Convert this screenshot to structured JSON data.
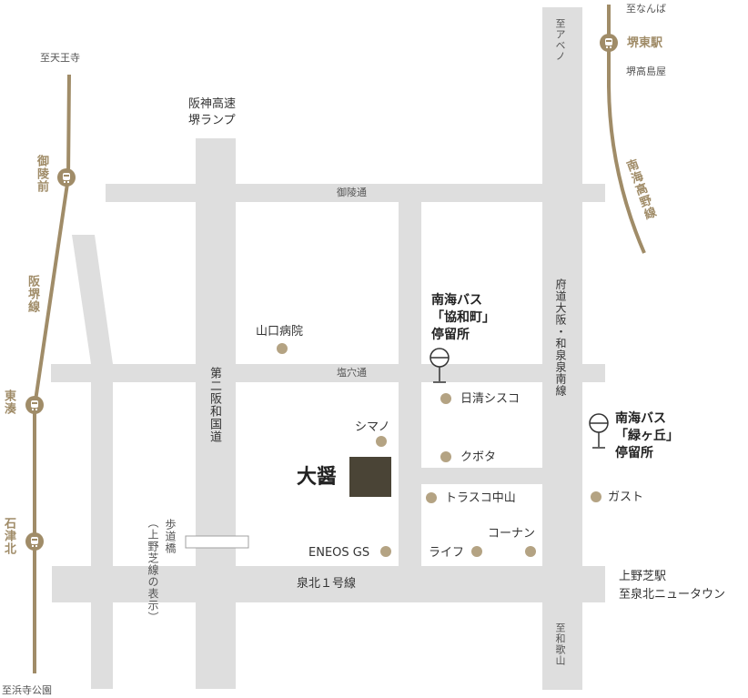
{
  "directions": {
    "tennoji": "至天王寺",
    "abeno": "至アベノ",
    "nanba": "至なんば",
    "wakayama": "至和歌山",
    "hamadera": "至浜寺公園"
  },
  "stations": {
    "sakaihigashi": "堺東駅",
    "sakaitakashimaya": "堺高島屋",
    "misasagimae": "御陵前",
    "higashiminato": "東湊",
    "ishizukita": "石津北",
    "kamino_shiba": "上野芝駅",
    "semboku_direction": "至泉北ニュータウン"
  },
  "lines": {
    "koya": "南海高野線",
    "hankai": "阪堺線"
  },
  "roads": {
    "hanshin_ramp": "阪神高速\n堺ランプ",
    "misasagi_dori": "御陵通",
    "shioana_dori": "塩穴通",
    "daini_hanwa": "第二阪和国道",
    "fudo_osaka_izumi": "府道大阪・和泉泉南線",
    "senboku_1": "泉北１号線",
    "footbridge": "歩道橋",
    "footbridge_note": "（上野芝線の表示）"
  },
  "landmarks": {
    "yamaguchi_hospital": "山口病院",
    "shimano": "シマノ",
    "nissin_cisco": "日清シスコ",
    "kubota": "クボタ",
    "trusco": "トラスコ中山",
    "gusto": "ガスト",
    "konan": "コーナン",
    "life": "ライフ",
    "eneos": "ENEOS GS",
    "taisho": "大醤"
  },
  "bus_stops": {
    "kyowacho": "南海バス\n「協和町」\n停留所",
    "midorigaoka": "南海バス\n「緑ヶ丘」\n停留所"
  },
  "colors": {
    "road": "#dedede",
    "rail": "#a08c68",
    "landmark_dot": "#b4a383",
    "target": "#4a4436"
  }
}
